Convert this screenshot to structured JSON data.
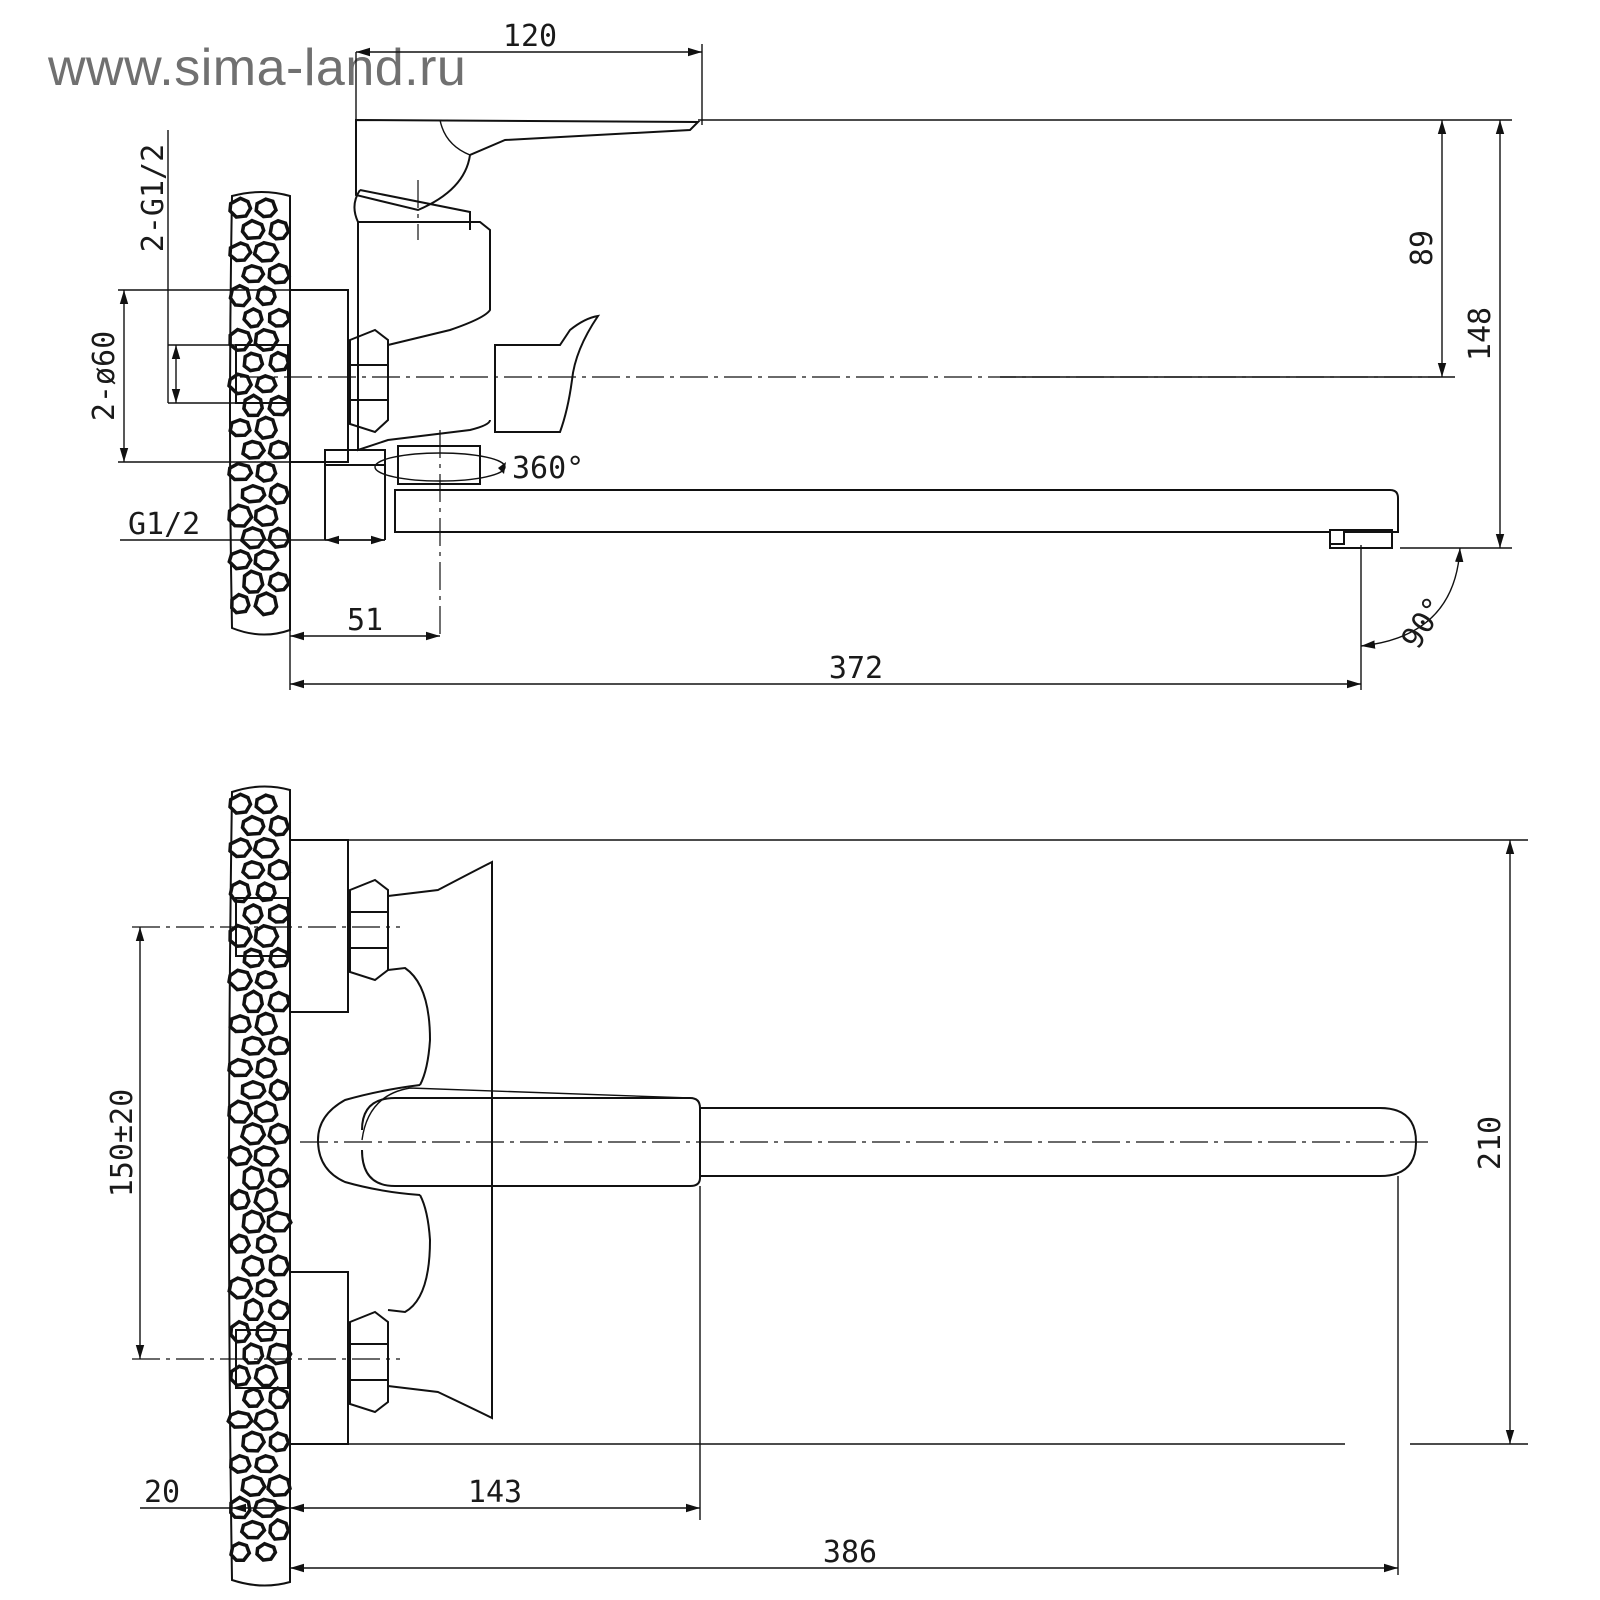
{
  "watermark": "www.sima-land.ru",
  "side_view": {
    "dim_handle_length": "120",
    "dim_handle_height": "89",
    "dim_total_height": "148",
    "dim_inlet_thread": "2-G1/2",
    "dim_flange_diameter": "2-ø60",
    "dim_outlet_thread": "G1/2",
    "dim_swivel": "360°",
    "dim_outlet_angle": "90°",
    "dim_wall_to_spout": "51",
    "dim_total_reach": "372"
  },
  "top_view": {
    "dim_inlet_spacing": "150±20",
    "dim_total_width": "210",
    "dim_eccentric": "20",
    "dim_handle_reach": "143",
    "dim_spout_reach": "386"
  }
}
